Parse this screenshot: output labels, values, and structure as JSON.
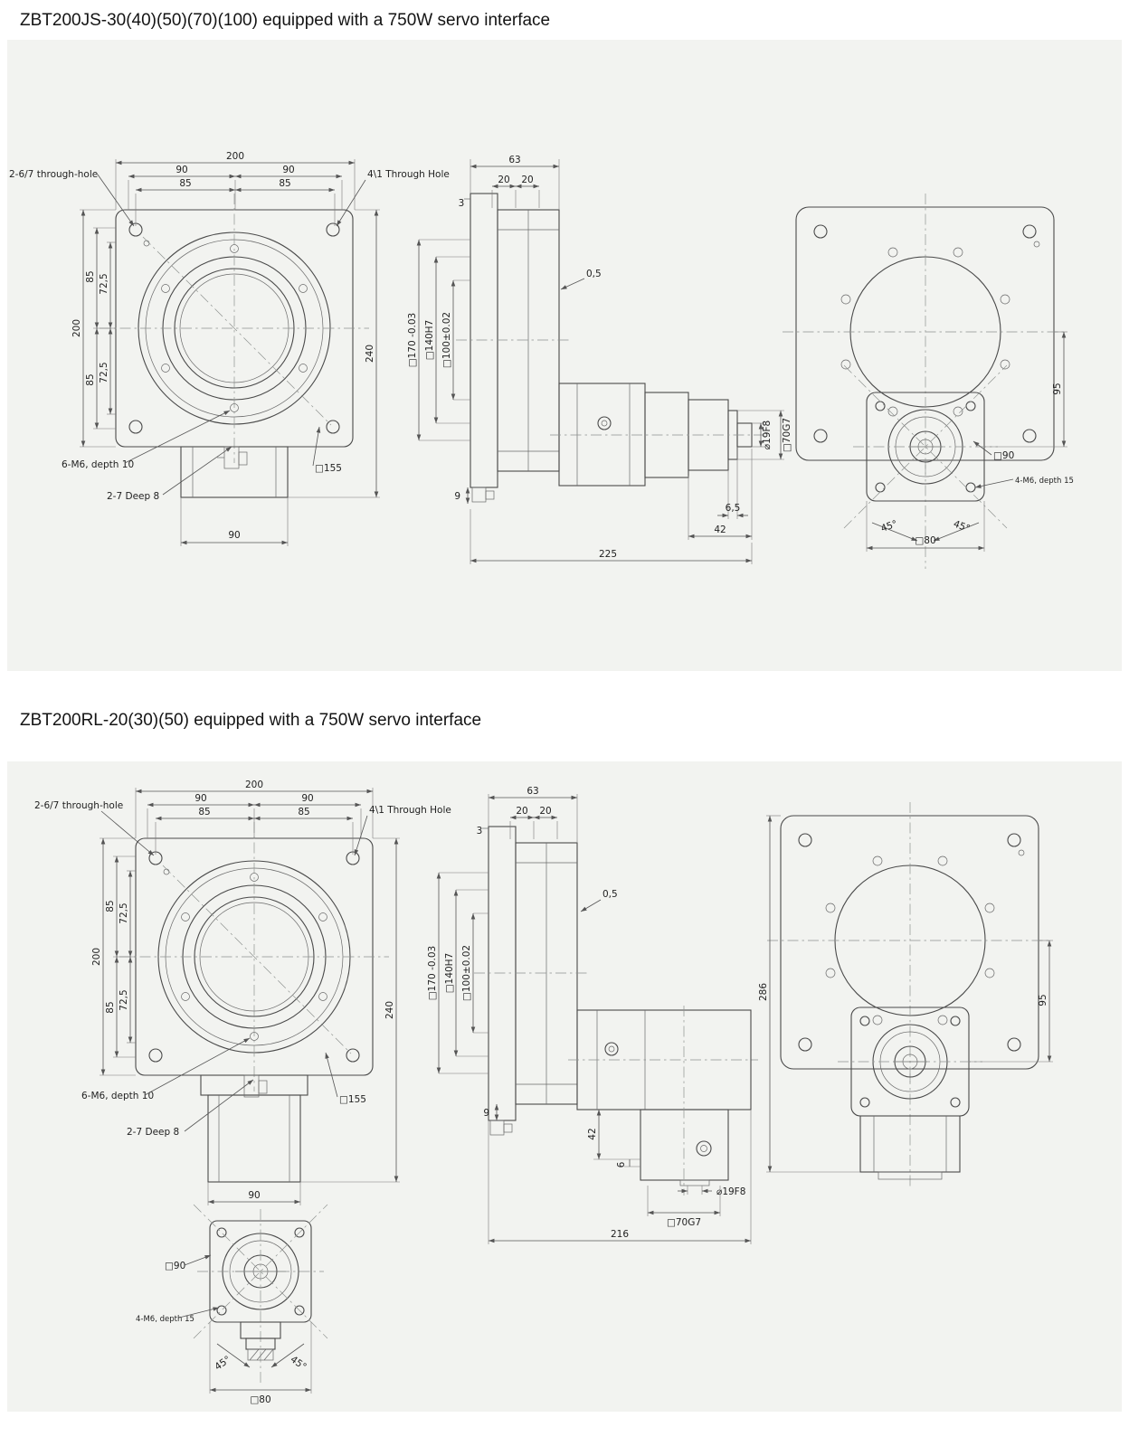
{
  "titles": {
    "section1": "ZBT200JS-30(40)(50)(70)(100) equipped with a 750W servo interface",
    "section2": "ZBT200RL-20(30)(50) equipped with a 750W servo interface"
  },
  "s1": {
    "front": {
      "top_width": "200",
      "top_90_left": "90",
      "top_90_right": "90",
      "top_85_left": "85",
      "top_85_right": "85",
      "left_height": "200",
      "left_85_top": "85",
      "left_725_top": "72,5",
      "left_725_bottom": "72,5",
      "left_85_bottom": "85",
      "right_height": "240",
      "bottom_width": "90",
      "note_through_hole": "2-6/7 through-hole",
      "note_4_through": "4\\1 Through Hole",
      "note_6m6": "6-M6, depth 10",
      "note_sq155": "□155",
      "note_deep8": "2-7 Deep 8"
    },
    "side": {
      "top_width": "63",
      "top_20_left": "20",
      "top_20_right": "20",
      "off_3": "3",
      "gap_05": "0,5",
      "sq170": "□170 -0.03",
      "sq140": "□140H7",
      "sq100": "□100±0.02",
      "dia19": "⌀19F8",
      "sq70": "□70G7",
      "d9": "9",
      "d65": "6,5",
      "d42": "42",
      "total_length": "225"
    },
    "back": {
      "d95": "95",
      "sq90": "□90",
      "note_4m6": "4-M6, depth 15",
      "angle_left": "45°",
      "angle_right": "45°",
      "sq80": "□80"
    }
  },
  "s2": {
    "front": {
      "top_width": "200",
      "top_90_left": "90",
      "top_90_right": "90",
      "top_85_left": "85",
      "top_85_right": "85",
      "left_height": "200",
      "left_85_top": "85",
      "left_725_top": "72,5",
      "left_725_bottom": "72,5",
      "left_85_bottom": "85",
      "right_height": "240",
      "bottom_width": "90",
      "note_through_hole": "2-6/7 through-hole",
      "note_4_through": "4\\1 Through Hole",
      "note_6m6": "6-M6, depth 10",
      "note_sq155": "□155",
      "note_deep8": "2-7 Deep 8"
    },
    "side": {
      "top_width": "63",
      "top_20_left": "20",
      "top_20_right": "20",
      "off_3": "3",
      "gap_05": "0,5",
      "sq170": "□170 -0.03",
      "sq140": "□140H7",
      "sq100": "□100±0.02",
      "d9": "9",
      "d42": "42",
      "d6": "6",
      "dia19": "⌀19F8",
      "sq70": "□70G7",
      "total_length": "216"
    },
    "right": {
      "d286": "286",
      "d95": "95"
    },
    "bottom": {
      "sq90": "□90",
      "note_4m6": "4-M6, depth 15",
      "angle_left": "45°",
      "angle_right": "45°",
      "sq80": "□80"
    }
  }
}
